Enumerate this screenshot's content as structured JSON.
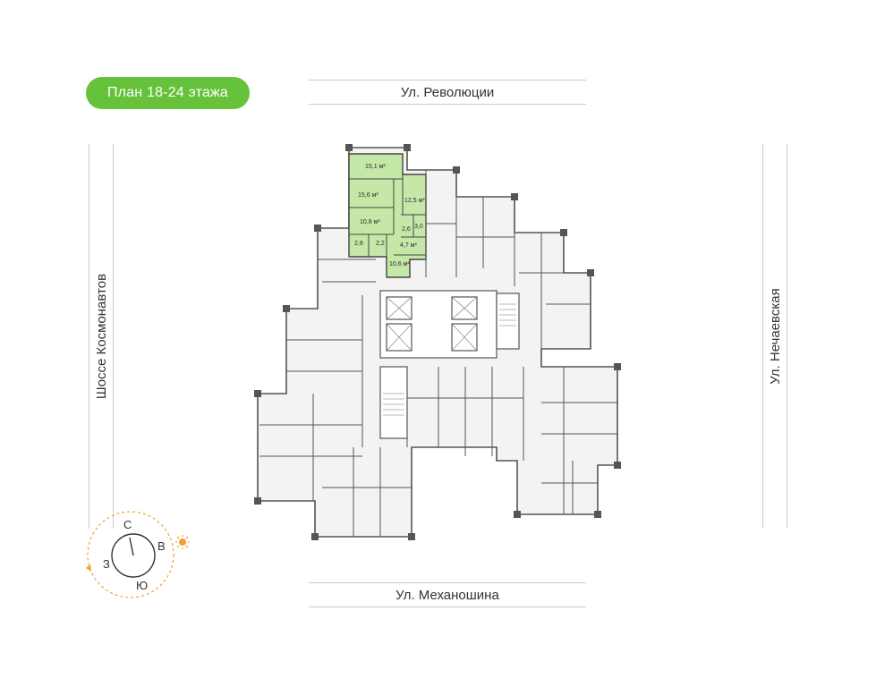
{
  "badge": {
    "label": "План 18-24 этажа"
  },
  "streets": {
    "north": "Ул. Революции",
    "south": "Ул. Механошина",
    "west": "Шоссе Космонавтов",
    "east": "Ул. Нечаевская"
  },
  "apartment": {
    "rooms": [
      "15,1 м²",
      "15,6 м²",
      "12,5 м²",
      "10,8 м²",
      "2,6",
      "3,0",
      "2,8",
      "2,2",
      "4,7 м²",
      "10,6 м²"
    ]
  },
  "compass": {
    "n": "С",
    "e": "В",
    "s": "Ю",
    "w": "З"
  },
  "colors": {
    "accent": "#65c23a",
    "highlight": "#c4e8a8",
    "sun": "#f2a12e",
    "wall": "#555555",
    "floor": "#f3f3f3"
  }
}
